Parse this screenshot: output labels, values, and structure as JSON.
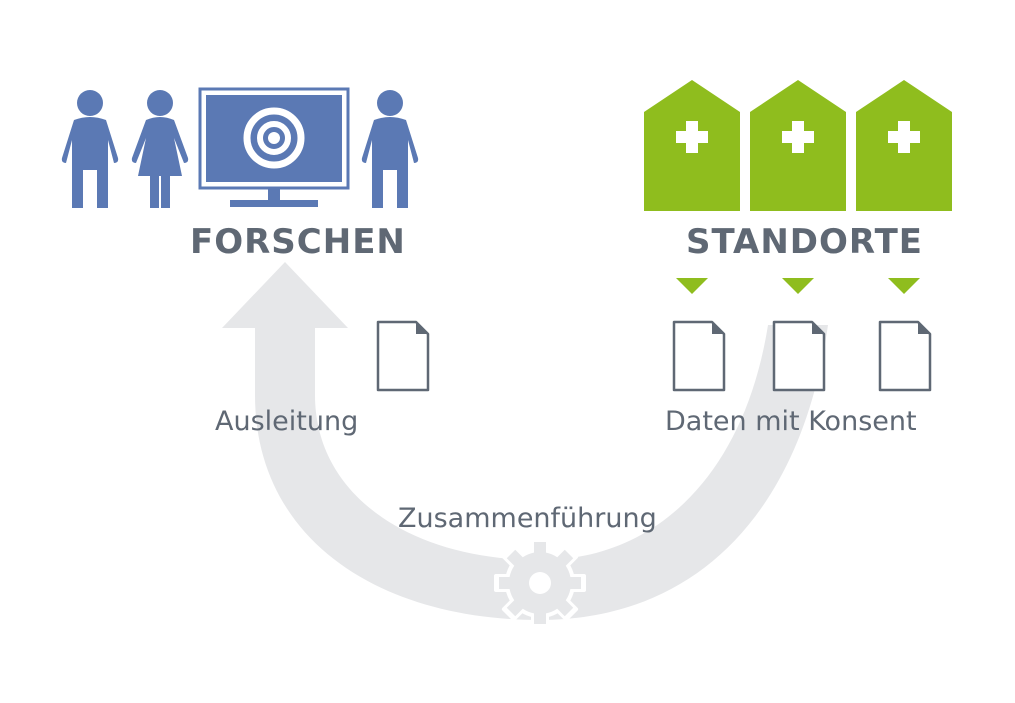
{
  "research": {
    "label": "FORSCHEN",
    "icon": "researchers-with-target-monitor-icon"
  },
  "sites": {
    "label": "STANDORTE",
    "icon": "hospital-buildings-icon",
    "count": 3
  },
  "export_label": "Ausleitung",
  "consent_data_label": "Daten mit Konsent",
  "merge_label": "Zusammenführung",
  "icons": {
    "person": "person-icon",
    "monitor": "monitor-target-icon",
    "hospital": "hospital-icon",
    "document": "document-icon",
    "arrow_down": "triangle-down-icon",
    "gear": "gear-icon",
    "cycle_arrow": "curved-arrow-icon"
  },
  "colors": {
    "research_blue": "#5b79b4",
    "site_green": "#8fbd1e",
    "text_gray": "#5f6874",
    "arrow_gray": "#e6e7e9",
    "doc_stroke": "#5f6874"
  }
}
